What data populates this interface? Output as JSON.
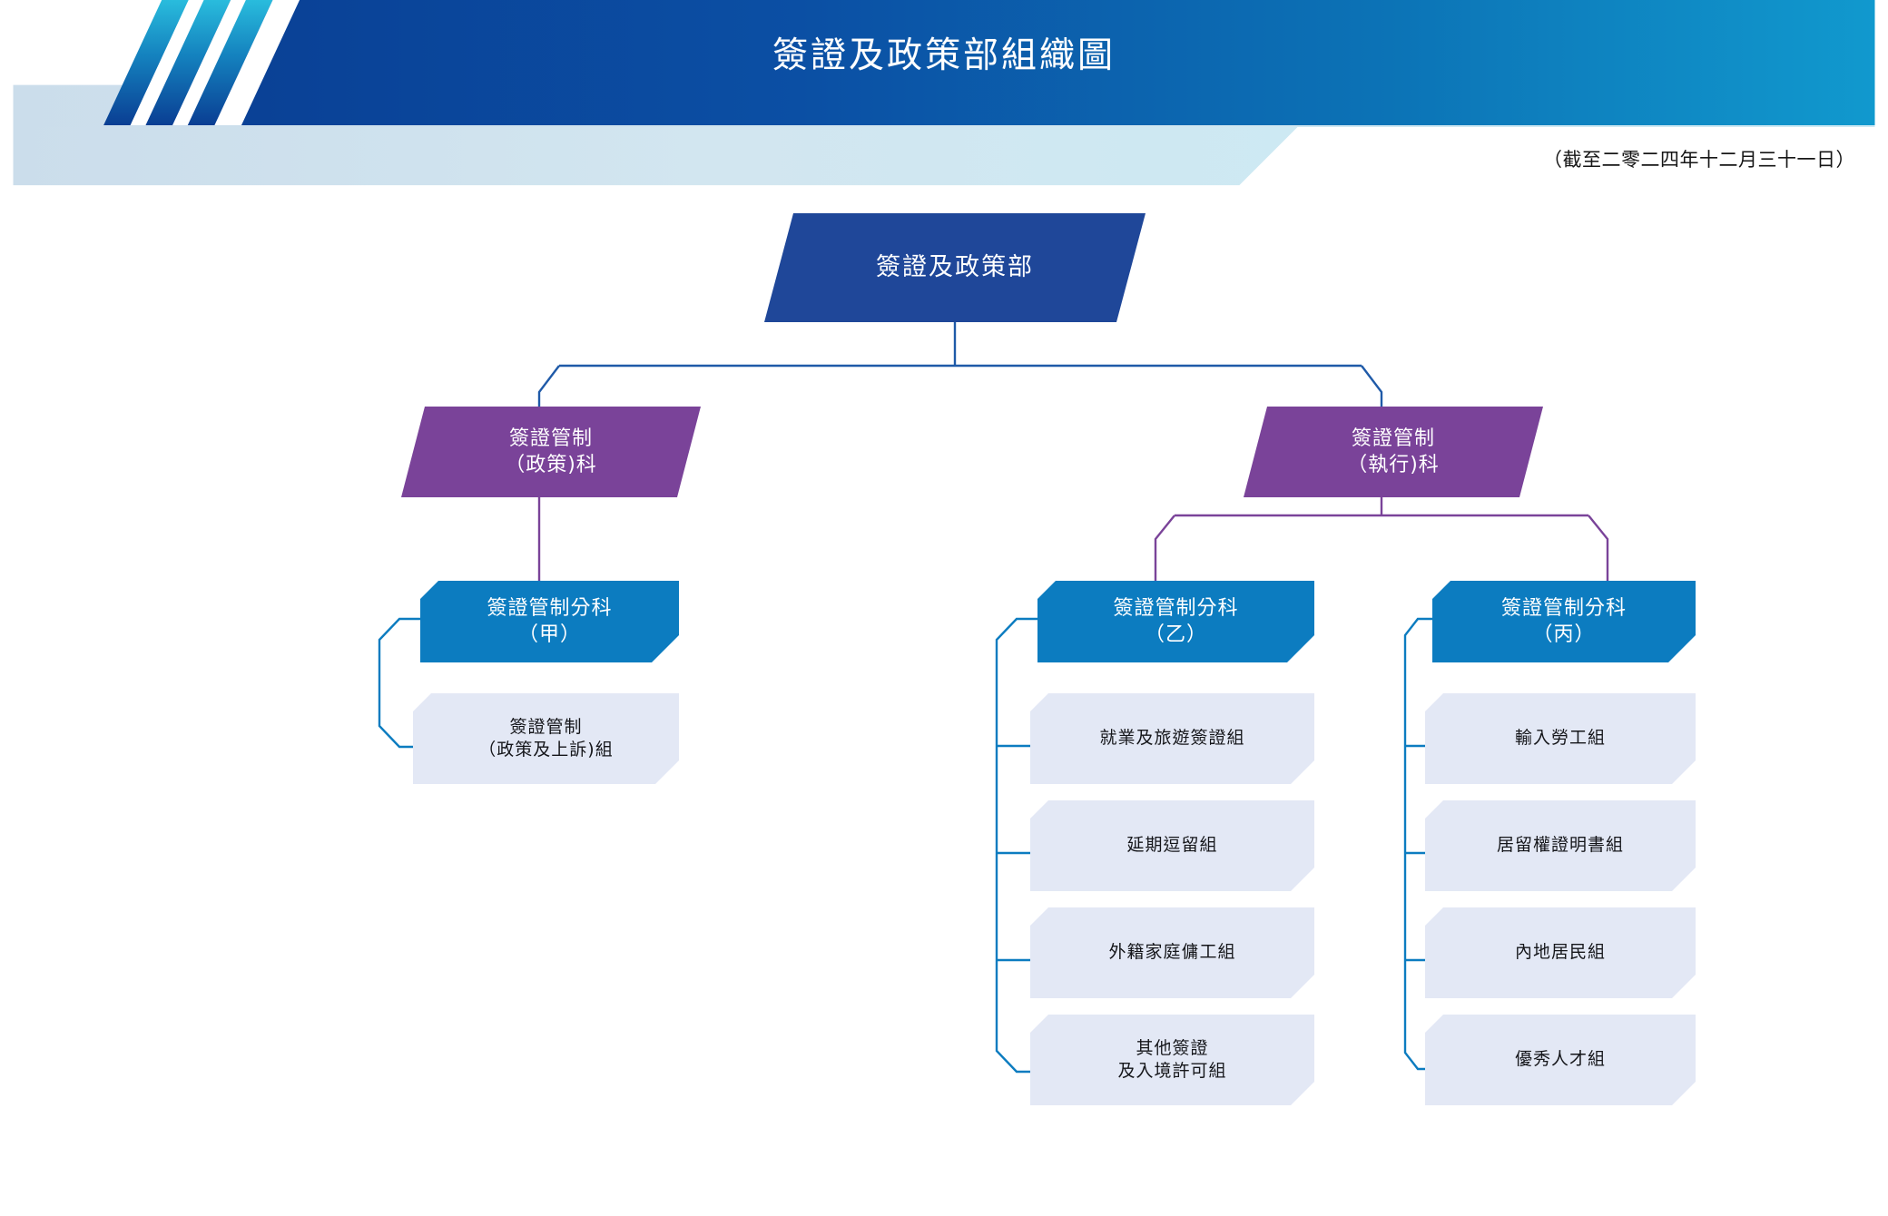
{
  "header": {
    "title": "簽證及政策部組織圖",
    "as_of": "（截至二零二四年十二月三十一日）",
    "band_color_dark": "#0B4094",
    "band_color_light": "#0E8BC4",
    "stripe_color_top": "#22B4D8",
    "stripe_color_bottom": "#0B4094",
    "underlay_color": "#CFE0EC"
  },
  "palette": {
    "level0_fill": "#1F4799",
    "level1_fill": "#7A4399",
    "level2_fill": "#0C7CC0",
    "level3_fill": "#E3E8F5",
    "connector_blue": "#1F5AA8",
    "connector_purple": "#7A4399",
    "connector_lightblue": "#0C7CC0",
    "level3_text": "#15161A"
  },
  "chart_data": {
    "type": "diagram",
    "title": "簽證及政策部組織圖",
    "as_of": "（截至二零二四年十二月三十一日）",
    "root": {
      "id": "root",
      "label": "簽證及政策部",
      "level": 0,
      "shape": "parallelogram",
      "children": [
        {
          "id": "policy-branch",
          "label": "簽證管制\n（政策)科",
          "level": 1,
          "shape": "parallelogram",
          "children": [
            {
              "id": "sub-a",
              "label": "簽證管制分科\n（甲）",
              "level": 2,
              "shape": "chamfered",
              "children": [
                {
                  "id": "team-a1",
                  "label": "簽證管制\n（政策及上訴)組",
                  "level": 3,
                  "shape": "chamfered-light"
                }
              ]
            }
          ]
        },
        {
          "id": "enforcement-branch",
          "label": "簽證管制\n（執行)科",
          "level": 1,
          "shape": "parallelogram",
          "children": [
            {
              "id": "sub-b",
              "label": "簽證管制分科\n（乙）",
              "level": 2,
              "shape": "chamfered",
              "children": [
                {
                  "id": "team-b1",
                  "label": "就業及旅遊簽證組",
                  "level": 3,
                  "shape": "chamfered-light"
                },
                {
                  "id": "team-b2",
                  "label": "延期逗留組",
                  "level": 3,
                  "shape": "chamfered-light"
                },
                {
                  "id": "team-b3",
                  "label": "外籍家庭傭工組",
                  "level": 3,
                  "shape": "chamfered-light"
                },
                {
                  "id": "team-b4",
                  "label": "其他簽證\n及入境許可組",
                  "level": 3,
                  "shape": "chamfered-light"
                }
              ]
            },
            {
              "id": "sub-c",
              "label": "簽證管制分科\n（丙）",
              "level": 2,
              "shape": "chamfered",
              "children": [
                {
                  "id": "team-c1",
                  "label": "輸入勞工組",
                  "level": 3,
                  "shape": "chamfered-light"
                },
                {
                  "id": "team-c2",
                  "label": "居留權證明書組",
                  "level": 3,
                  "shape": "chamfered-light"
                },
                {
                  "id": "team-c3",
                  "label": "內地居民組",
                  "level": 3,
                  "shape": "chamfered-light"
                },
                {
                  "id": "team-c4",
                  "label": "優秀人才組",
                  "level": 3,
                  "shape": "chamfered-light"
                }
              ]
            }
          ]
        }
      ]
    }
  },
  "nodes": {
    "root": {
      "label": "簽證及政策部"
    },
    "policy_branch": {
      "label": "簽證管制\n（政策)科"
    },
    "enforcement_branch": {
      "label": "簽證管制\n（執行)科"
    },
    "sub_a": {
      "label": "簽證管制分科\n（甲）"
    },
    "sub_b": {
      "label": "簽證管制分科\n（乙）"
    },
    "sub_c": {
      "label": "簽證管制分科\n（丙）"
    },
    "team_a1": {
      "label": "簽證管制\n（政策及上訴)組"
    },
    "team_b1": {
      "label": "就業及旅遊簽證組"
    },
    "team_b2": {
      "label": "延期逗留組"
    },
    "team_b3": {
      "label": "外籍家庭傭工組"
    },
    "team_b4": {
      "label": "其他簽證\n及入境許可組"
    },
    "team_c1": {
      "label": "輸入勞工組"
    },
    "team_c2": {
      "label": "居留權證明書組"
    },
    "team_c3": {
      "label": "內地居民組"
    },
    "team_c4": {
      "label": "優秀人才組"
    }
  }
}
